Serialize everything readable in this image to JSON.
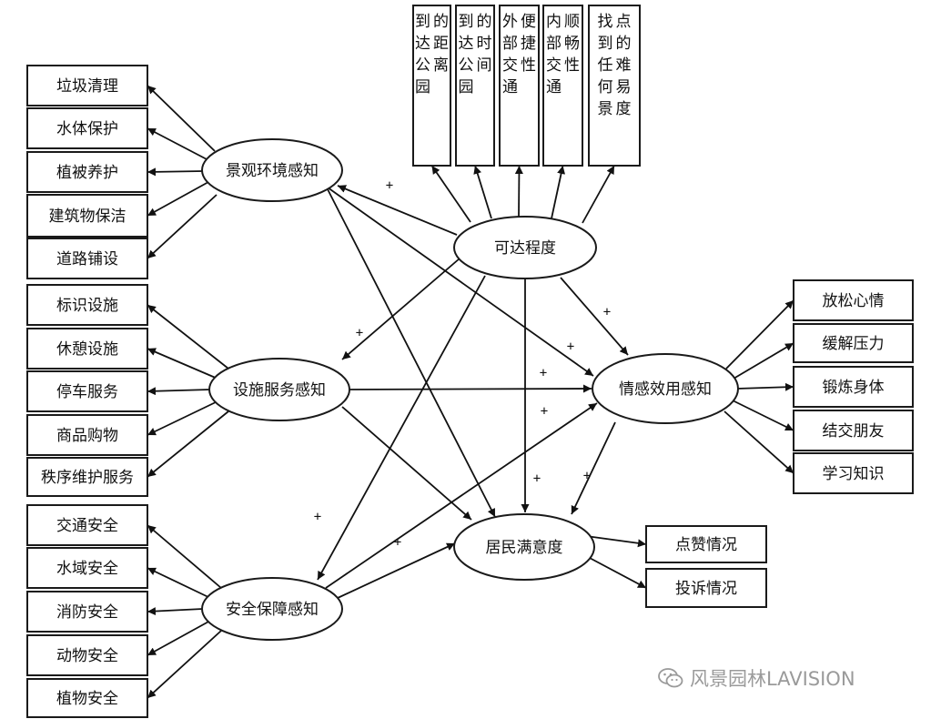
{
  "nodes": {
    "accessibility": "可达程度",
    "landscape": "景观环境感知",
    "facility": "设施服务感知",
    "safety": "安全保障感知",
    "emotion": "情感效用感知",
    "satisfaction": "居民满意度"
  },
  "indicators": {
    "landscape": [
      "垃圾清理",
      "水体保护",
      "植被养护",
      "建筑物保洁",
      "道路铺设"
    ],
    "facility": [
      "标识设施",
      "休憩设施",
      "停车服务",
      "商品购物",
      "秩序维护服务"
    ],
    "safety": [
      "交通安全",
      "水域安全",
      "消防安全",
      "动物安全",
      "植物安全"
    ],
    "accessibility": [
      "到达公园的距离",
      "到达公园的时间",
      "外部交通便捷性",
      "内部交通顺畅性",
      "找到任何景点的难易度"
    ],
    "emotion": [
      "放松心情",
      "缓解压力",
      "锻炼身体",
      "结交朋友",
      "学习知识"
    ],
    "satisfaction": [
      "点赞情况",
      "投诉情况"
    ]
  },
  "paths": [
    {
      "from": "accessibility",
      "to": "landscape",
      "sign": "+"
    },
    {
      "from": "accessibility",
      "to": "facility",
      "sign": "+"
    },
    {
      "from": "accessibility",
      "to": "safety",
      "sign": "+"
    },
    {
      "from": "accessibility",
      "to": "emotion",
      "sign": "+"
    },
    {
      "from": "accessibility",
      "to": "satisfaction",
      "sign": "+"
    },
    {
      "from": "landscape",
      "to": "emotion",
      "sign": "+"
    },
    {
      "from": "landscape",
      "to": "satisfaction",
      "sign": ""
    },
    {
      "from": "facility",
      "to": "emotion",
      "sign": "+"
    },
    {
      "from": "facility",
      "to": "satisfaction",
      "sign": ""
    },
    {
      "from": "safety",
      "to": "emotion",
      "sign": "+"
    },
    {
      "from": "safety",
      "to": "satisfaction",
      "sign": "+"
    },
    {
      "from": "emotion",
      "to": "satisfaction",
      "sign": "+"
    }
  ],
  "watermark": {
    "text": "风景园林LAVISION",
    "icon": "wechat-icon"
  }
}
